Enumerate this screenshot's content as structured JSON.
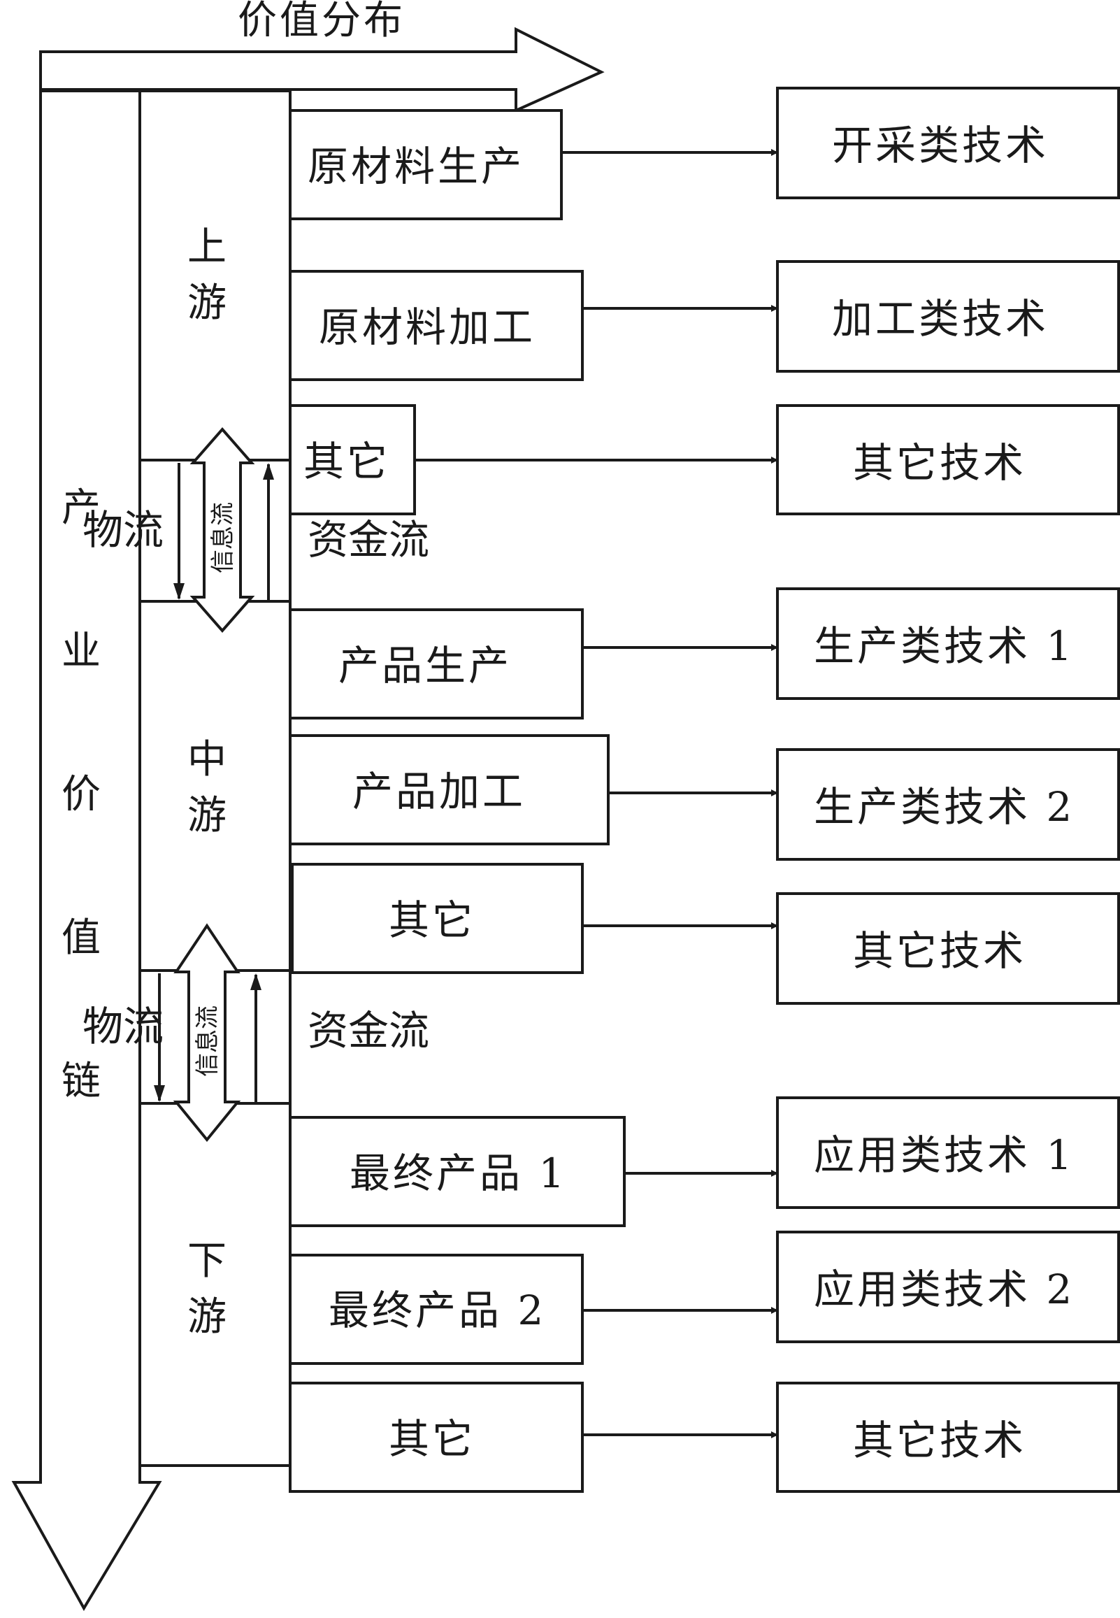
{
  "value_distribution_label": "价值分布",
  "value_chain_label": [
    "产",
    "业",
    "价",
    "值",
    "链"
  ],
  "segments": [
    {
      "label": [
        "上",
        "游"
      ],
      "stages": [
        "原材料生产",
        "原材料加工",
        "其它"
      ],
      "technologies": [
        "开采类技术",
        "加工类技术",
        "其它技术"
      ]
    },
    {
      "label": [
        "中",
        "游"
      ],
      "stages": [
        "产品生产",
        "产品加工",
        "其它"
      ],
      "technologies": [
        "生产类技术 1",
        "生产类技术 2",
        "其它技术"
      ]
    },
    {
      "label": [
        "下",
        "游"
      ],
      "stages": [
        "最终产品 1",
        "最终产品 2",
        "其它"
      ],
      "technologies": [
        "应用类技术 1",
        "应用类技术 2",
        "其它技术"
      ]
    }
  ],
  "flows": [
    {
      "logistics": "物流",
      "information": "信息流",
      "capital": "资金流"
    },
    {
      "logistics": "物流",
      "information": "信息流",
      "capital": "资金流"
    }
  ]
}
